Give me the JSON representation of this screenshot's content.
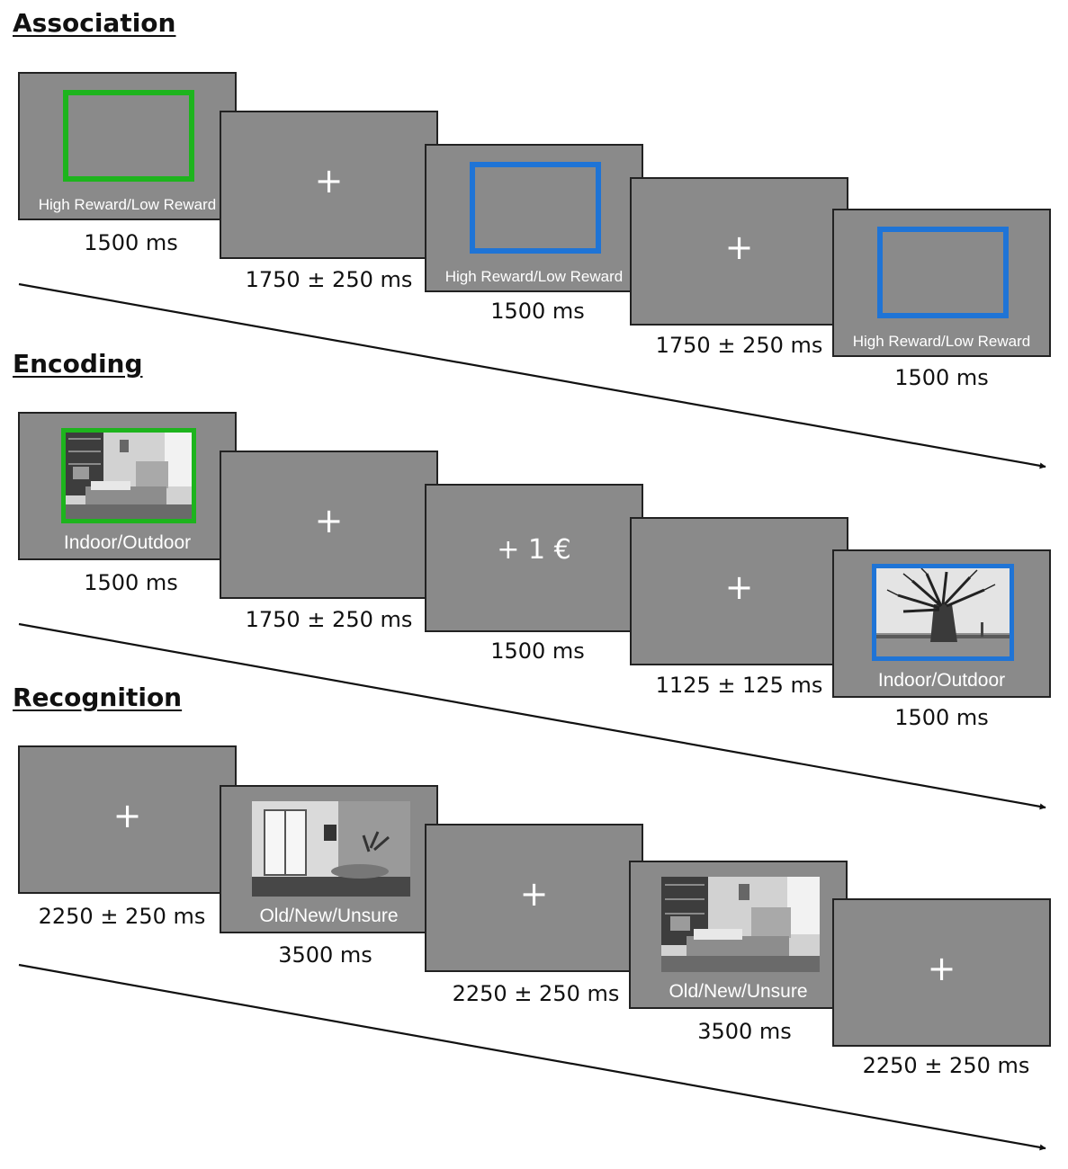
{
  "sections": [
    {
      "title": "Association",
      "steps": [
        {
          "kind": "frame",
          "frame_color": "green",
          "label": "High Reward/Low Reward",
          "duration": "1500 ms"
        },
        {
          "kind": "fixation",
          "symbol": "+",
          "duration": "1750 ± 250 ms"
        },
        {
          "kind": "frame",
          "frame_color": "blue",
          "label": "High Reward/Low Reward",
          "duration": "1500 ms"
        },
        {
          "kind": "fixation",
          "symbol": "+",
          "duration": "1750 ± 250 ms"
        },
        {
          "kind": "frame",
          "frame_color": "blue",
          "label": "High Reward/Low Reward",
          "duration": "1500 ms"
        }
      ]
    },
    {
      "title": "Encoding",
      "steps": [
        {
          "kind": "image",
          "image": "bedroom-photo",
          "frame_color": "green",
          "label": "Indoor/Outdoor",
          "duration": "1500 ms"
        },
        {
          "kind": "fixation",
          "symbol": "+",
          "duration": "1750 ± 250 ms"
        },
        {
          "kind": "reward",
          "text": "+ 1 €",
          "duration": "1500 ms"
        },
        {
          "kind": "fixation",
          "symbol": "+",
          "duration": "1125 ± 125 ms"
        },
        {
          "kind": "image",
          "image": "tree-photo",
          "frame_color": "blue",
          "label": "Indoor/Outdoor",
          "duration": "1500 ms"
        }
      ]
    },
    {
      "title": "Recognition",
      "steps": [
        {
          "kind": "fixation",
          "symbol": "+",
          "duration": "2250 ± 250 ms"
        },
        {
          "kind": "image",
          "image": "livingroom-photo",
          "label": "Old/New/Unsure",
          "duration": "3500 ms"
        },
        {
          "kind": "fixation",
          "symbol": "+",
          "duration": "2250 ± 250 ms"
        },
        {
          "kind": "image",
          "image": "bedroom-photo",
          "label": "Old/New/Unsure",
          "duration": "3500 ms"
        },
        {
          "kind": "fixation",
          "symbol": "+",
          "duration": "2250 ± 250 ms"
        }
      ]
    }
  ],
  "colors": {
    "screen": "#8a8a8a",
    "green": "#1db41d",
    "blue": "#1f74d6"
  }
}
